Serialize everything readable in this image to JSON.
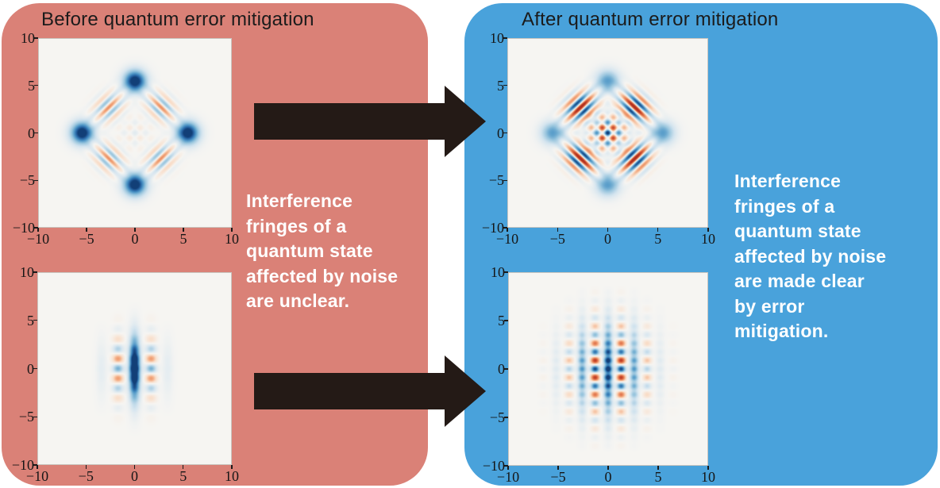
{
  "panels": {
    "before": {
      "title": "Before quantum error mitigation",
      "bg_color": "#DA8177",
      "caption": "Interference\nfringes of a\nquantum state\naffected by noise\nare unclear."
    },
    "after": {
      "title": "After quantum error mitigation",
      "bg_color": "#49A2DB",
      "caption": "Interference\nfringes of a\nquantum state\naffected by noise\nare made clear\nby error\nmitigation."
    }
  },
  "arrows": {
    "direction": "right",
    "color": "#241A16",
    "count": 2
  },
  "style": {
    "plot_background": "#f6f5f2",
    "plot_frame_color": "#c9c5bf",
    "tick_color": "#1a1a1a",
    "title_color": "#1b1b1b",
    "caption_color": "#ffffff",
    "colormap": {
      "background": "#f6f5f2",
      "positive": [
        [
          0,
          "#f6f5f2"
        ],
        [
          0.22,
          "#d3e4ef"
        ],
        [
          0.45,
          "#9ac6de"
        ],
        [
          0.68,
          "#4f97c7"
        ],
        [
          0.85,
          "#2a69a8"
        ],
        [
          1,
          "#123f77"
        ]
      ],
      "negative": [
        [
          0,
          "#f6f5f2"
        ],
        [
          0.22,
          "#f9ddc8"
        ],
        [
          0.45,
          "#f2a87e"
        ],
        [
          0.68,
          "#e0714a"
        ],
        [
          0.85,
          "#cb4c2e"
        ],
        [
          1,
          "#b23120"
        ]
      ]
    }
  },
  "chart_data": [
    {
      "id": "before_cat",
      "type": "heatmap",
      "description": "Wigner function of a four-component cat state before error mitigation: four dark blue coherent blobs, weak red/blue interference fringe packets on the diagonals, almost invisible central checkerboard.",
      "xlim": [
        -10,
        10
      ],
      "ylim": [
        -10,
        10
      ],
      "xticks": [
        -10,
        -5,
        0,
        5,
        10
      ],
      "yticks": [
        10,
        5,
        0,
        -5,
        -10
      ],
      "components": {
        "blobs": [
          {
            "x": 0,
            "y": 5.45,
            "sigma": 0.8,
            "amp": 1.15
          },
          {
            "x": 5.45,
            "y": 0,
            "sigma": 0.8,
            "amp": 1.15
          },
          {
            "x": -5.45,
            "y": 0,
            "sigma": 0.8,
            "amp": 1.15
          },
          {
            "x": 0,
            "y": -5.45,
            "sigma": 0.8,
            "amp": 1.15
          }
        ],
        "packets": [
          {
            "x": -2.7,
            "y": 2.7,
            "stripe_angle_deg": 45,
            "q": 5.5,
            "sigma_par": 1.15,
            "sigma_osc": 0.85,
            "amp": 0.55,
            "sign": -1
          },
          {
            "x": 2.7,
            "y": 2.7,
            "stripe_angle_deg": 135,
            "q": 5.5,
            "sigma_par": 1.15,
            "sigma_osc": 0.85,
            "amp": 0.55,
            "sign": -1
          },
          {
            "x": -2.7,
            "y": -2.7,
            "stripe_angle_deg": 135,
            "q": 5.5,
            "sigma_par": 1.15,
            "sigma_osc": 0.85,
            "amp": 0.55,
            "sign": -1
          },
          {
            "x": 2.7,
            "y": -2.7,
            "stripe_angle_deg": 45,
            "q": 5.5,
            "sigma_par": 1.15,
            "sigma_osc": 0.85,
            "amp": 0.55,
            "sign": -1
          }
        ],
        "center": {
          "q": 5.5,
          "sigma": 1.1,
          "amp": 0.13
        }
      }
    },
    {
      "id": "before_grid",
      "type": "heatmap",
      "description": "Wigner function of a grid state before error mitigation: narrow central lattice of blue dots with alternating red dots on odd columns/rows, fading quickly away from center.",
      "xlim": [
        -10,
        10
      ],
      "ylim": [
        -10,
        10
      ],
      "xticks": [
        -10,
        -5,
        0,
        5,
        10
      ],
      "yticks": [
        10,
        5,
        0,
        -5,
        -10
      ],
      "components": {
        "lattice": {
          "hx": 1.7,
          "hy": 1.0,
          "dot_sigma_x": 0.38,
          "dot_sigma_y": 0.45,
          "env_sigma_x": 1.5,
          "env_sigma_y": 2.1,
          "amp": 1.25,
          "m_max": 4,
          "n_max": 7,
          "sign_rule": "negative when column and row indices are both odd"
        }
      }
    },
    {
      "id": "after_cat",
      "type": "heatmap",
      "description": "Wigner function of a four-component cat state after error mitigation: lighter blue blobs, vivid red/blue fringe packets on the diagonals and a clear central checkerboard interference pattern.",
      "xlim": [
        -10,
        10
      ],
      "ylim": [
        -10,
        10
      ],
      "xticks": [
        -10,
        -5,
        0,
        5,
        10
      ],
      "yticks": [
        10,
        5,
        0,
        -5,
        -10
      ],
      "components": {
        "blobs": [
          {
            "x": 0,
            "y": 5.45,
            "sigma": 0.8,
            "amp": 0.66
          },
          {
            "x": 5.45,
            "y": 0,
            "sigma": 0.8,
            "amp": 0.66
          },
          {
            "x": -5.45,
            "y": 0,
            "sigma": 0.8,
            "amp": 0.66
          },
          {
            "x": 0,
            "y": -5.45,
            "sigma": 0.8,
            "amp": 0.66
          }
        ],
        "packets": [
          {
            "x": -2.7,
            "y": 2.7,
            "stripe_angle_deg": 45,
            "q": 5.5,
            "sigma_par": 1.2,
            "sigma_osc": 0.9,
            "amp": 1.15,
            "sign": -1
          },
          {
            "x": 2.7,
            "y": 2.7,
            "stripe_angle_deg": 135,
            "q": 5.5,
            "sigma_par": 1.2,
            "sigma_osc": 0.9,
            "amp": 1.15,
            "sign": -1
          },
          {
            "x": -2.7,
            "y": -2.7,
            "stripe_angle_deg": 135,
            "q": 5.5,
            "sigma_par": 1.2,
            "sigma_osc": 0.9,
            "amp": 1.15,
            "sign": -1
          },
          {
            "x": 2.7,
            "y": -2.7,
            "stripe_angle_deg": 45,
            "q": 5.5,
            "sigma_par": 1.2,
            "sigma_osc": 0.9,
            "amp": 1.15,
            "sign": -1
          }
        ],
        "center": {
          "q": 5.5,
          "sigma": 1.15,
          "amp": 1.1
        }
      }
    },
    {
      "id": "after_grid",
      "type": "heatmap",
      "description": "Wigner function of a grid state after error mitigation: wide, sharp lattice of blue dots with alternating strong red dots where both indices are odd.",
      "xlim": [
        -10,
        10
      ],
      "ylim": [
        -10,
        10
      ],
      "xticks": [
        -10,
        -5,
        0,
        5,
        10
      ],
      "yticks": [
        10,
        5,
        0,
        -5,
        -10
      ],
      "components": {
        "lattice": {
          "hx": 1.3,
          "hy": 0.88,
          "dot_sigma_x": 0.3,
          "dot_sigma_y": 0.3,
          "env_sigma_x": 2.5,
          "env_sigma_y": 3.0,
          "amp": 1.15,
          "m_max": 6,
          "n_max": 9,
          "sign_rule": "negative when column and row indices are both odd"
        }
      }
    }
  ]
}
